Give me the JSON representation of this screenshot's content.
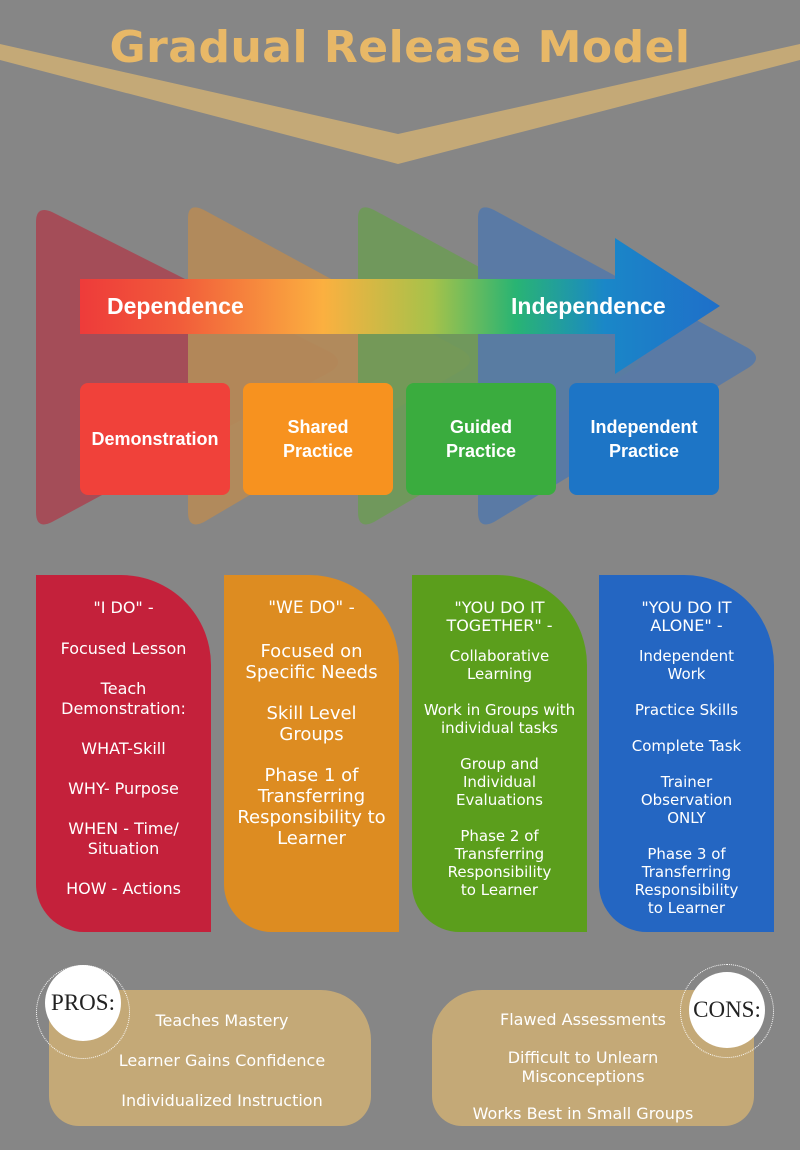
{
  "title": "Gradual Release Model",
  "arrow": {
    "left_label": "Dependence",
    "right_label": "Independence"
  },
  "phases": [
    {
      "label": "Demonstration",
      "color": "#f0413a"
    },
    {
      "label": "Shared Practice",
      "color": "#f7921f"
    },
    {
      "label": "Guided Practice",
      "color": "#3aac3e"
    },
    {
      "label": "Independent Practice",
      "color": "#1d75c6"
    }
  ],
  "columns": [
    {
      "heading": "\"I DO\" -",
      "items": [
        "Focused Lesson",
        "Teach Demonstration:",
        "WHAT-Skill",
        "WHY- Purpose",
        "WHEN - Time/ Situation",
        "HOW - Actions"
      ],
      "color": "#c4213b"
    },
    {
      "heading": "\"WE DO\" -",
      "items": [
        "Focused on Specific Needs",
        "Skill Level Groups",
        "Phase 1 of Transferring Responsibility to Learner"
      ],
      "color": "#dd8c21"
    },
    {
      "heading": "\"YOU DO IT TOGETHER\" -",
      "items": [
        "Collaborative Learning",
        "Work in Groups with individual tasks",
        "Group and Individual Evaluations",
        "Phase 2 of Transferring Responsibility to Learner"
      ],
      "color": "#5b9e1c"
    },
    {
      "heading": "\"YOU DO IT ALONE\" -",
      "items": [
        "Independent Work",
        "Practice Skills",
        "Complete Task",
        "Trainer Observation ONLY",
        "Phase 3 of Transferring Responsibility to Learner"
      ],
      "color": "#2466c2"
    }
  ],
  "pros": {
    "label": "PROS:",
    "items": [
      "Teaches Mastery",
      "Learner Gains Confidence",
      "Individualized Instruction"
    ]
  },
  "cons": {
    "label": "CONS:",
    "items": [
      "Flawed Assessments",
      "Difficult to Unlearn Misconceptions",
      "Works Best in Small Groups"
    ]
  },
  "colors": {
    "title": "#e8b867",
    "band": "#c4a977",
    "background": "#868686"
  }
}
